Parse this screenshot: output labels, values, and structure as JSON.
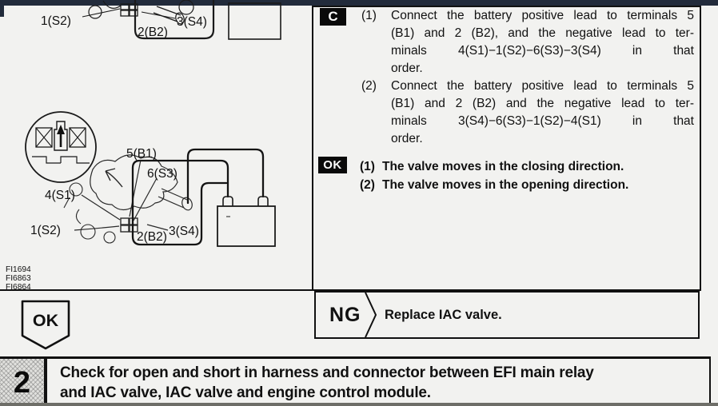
{
  "colors": {
    "top_bar": "#222b3b",
    "page_bg": "#f2f2f0",
    "ink": "#111111"
  },
  "top_diagram": {
    "label_1s2": "1(S2)",
    "label_2b2": "2(B2)",
    "label_3s4": "3(S4)"
  },
  "main_diagram": {
    "label_5b1": "5(B1)",
    "label_6s3": "6(S3)",
    "label_4s1": "4(S1)",
    "label_1s2": "1(S2)",
    "label_2b2": "2(B2)",
    "label_3s4": "3(S4)"
  },
  "figure_codes": {
    "line1": "FI1694",
    "line2": "FI6863",
    "line3": "FI6864"
  },
  "left_result": {
    "label": "OK"
  },
  "procedure": {
    "badge": "C",
    "steps": [
      {
        "marker": "(1)",
        "lines": [
          "Connect the battery positive lead to terminals 5",
          "(B1) and 2 (B2), and the negative lead to ter-",
          "minals 4(S1)−1(S2)−6(S3)−3(S4) in that",
          "order."
        ]
      },
      {
        "marker": "(2)",
        "lines": [
          "Connect the battery positive lead to terminals 5",
          "(B1) and 2 (B2) and the negative lead to ter-",
          "minals 3(S4)−6(S3)−1(S2)−4(S1) in that",
          "order."
        ]
      }
    ]
  },
  "result": {
    "badge": "OK",
    "lines": [
      {
        "marker": "(1)",
        "text": "The valve moves in the closing direction."
      },
      {
        "marker": "(2)",
        "text": "The valve moves in the opening direction."
      }
    ]
  },
  "ng": {
    "label": "NG",
    "action": "Replace IAC valve."
  },
  "next_step": {
    "number": "2",
    "line1": "Check for open and short in harness and connector between EFI main relay",
    "line2": "and IAC valve, IAC valve and engine control module."
  }
}
